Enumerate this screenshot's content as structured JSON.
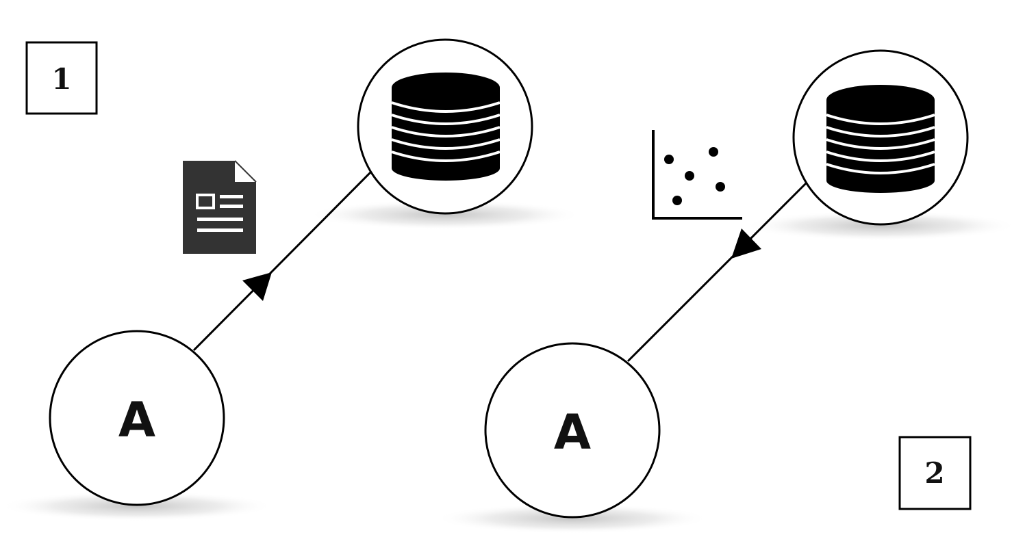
{
  "panels": [
    {
      "step_label": "1",
      "agent_label": "A",
      "artifact_icon": "document-icon",
      "storage_icon": "database-icon",
      "flow_direction": "agent-to-database"
    },
    {
      "step_label": "2",
      "agent_label": "A",
      "artifact_icon": "scatter-plot-icon",
      "storage_icon": "database-icon",
      "flow_direction": "database-to-agent"
    }
  ],
  "colors": {
    "stroke": "#000000",
    "node_fill": "#ffffff",
    "document_fill": "#333333",
    "shadow": "#c8c8c8"
  }
}
